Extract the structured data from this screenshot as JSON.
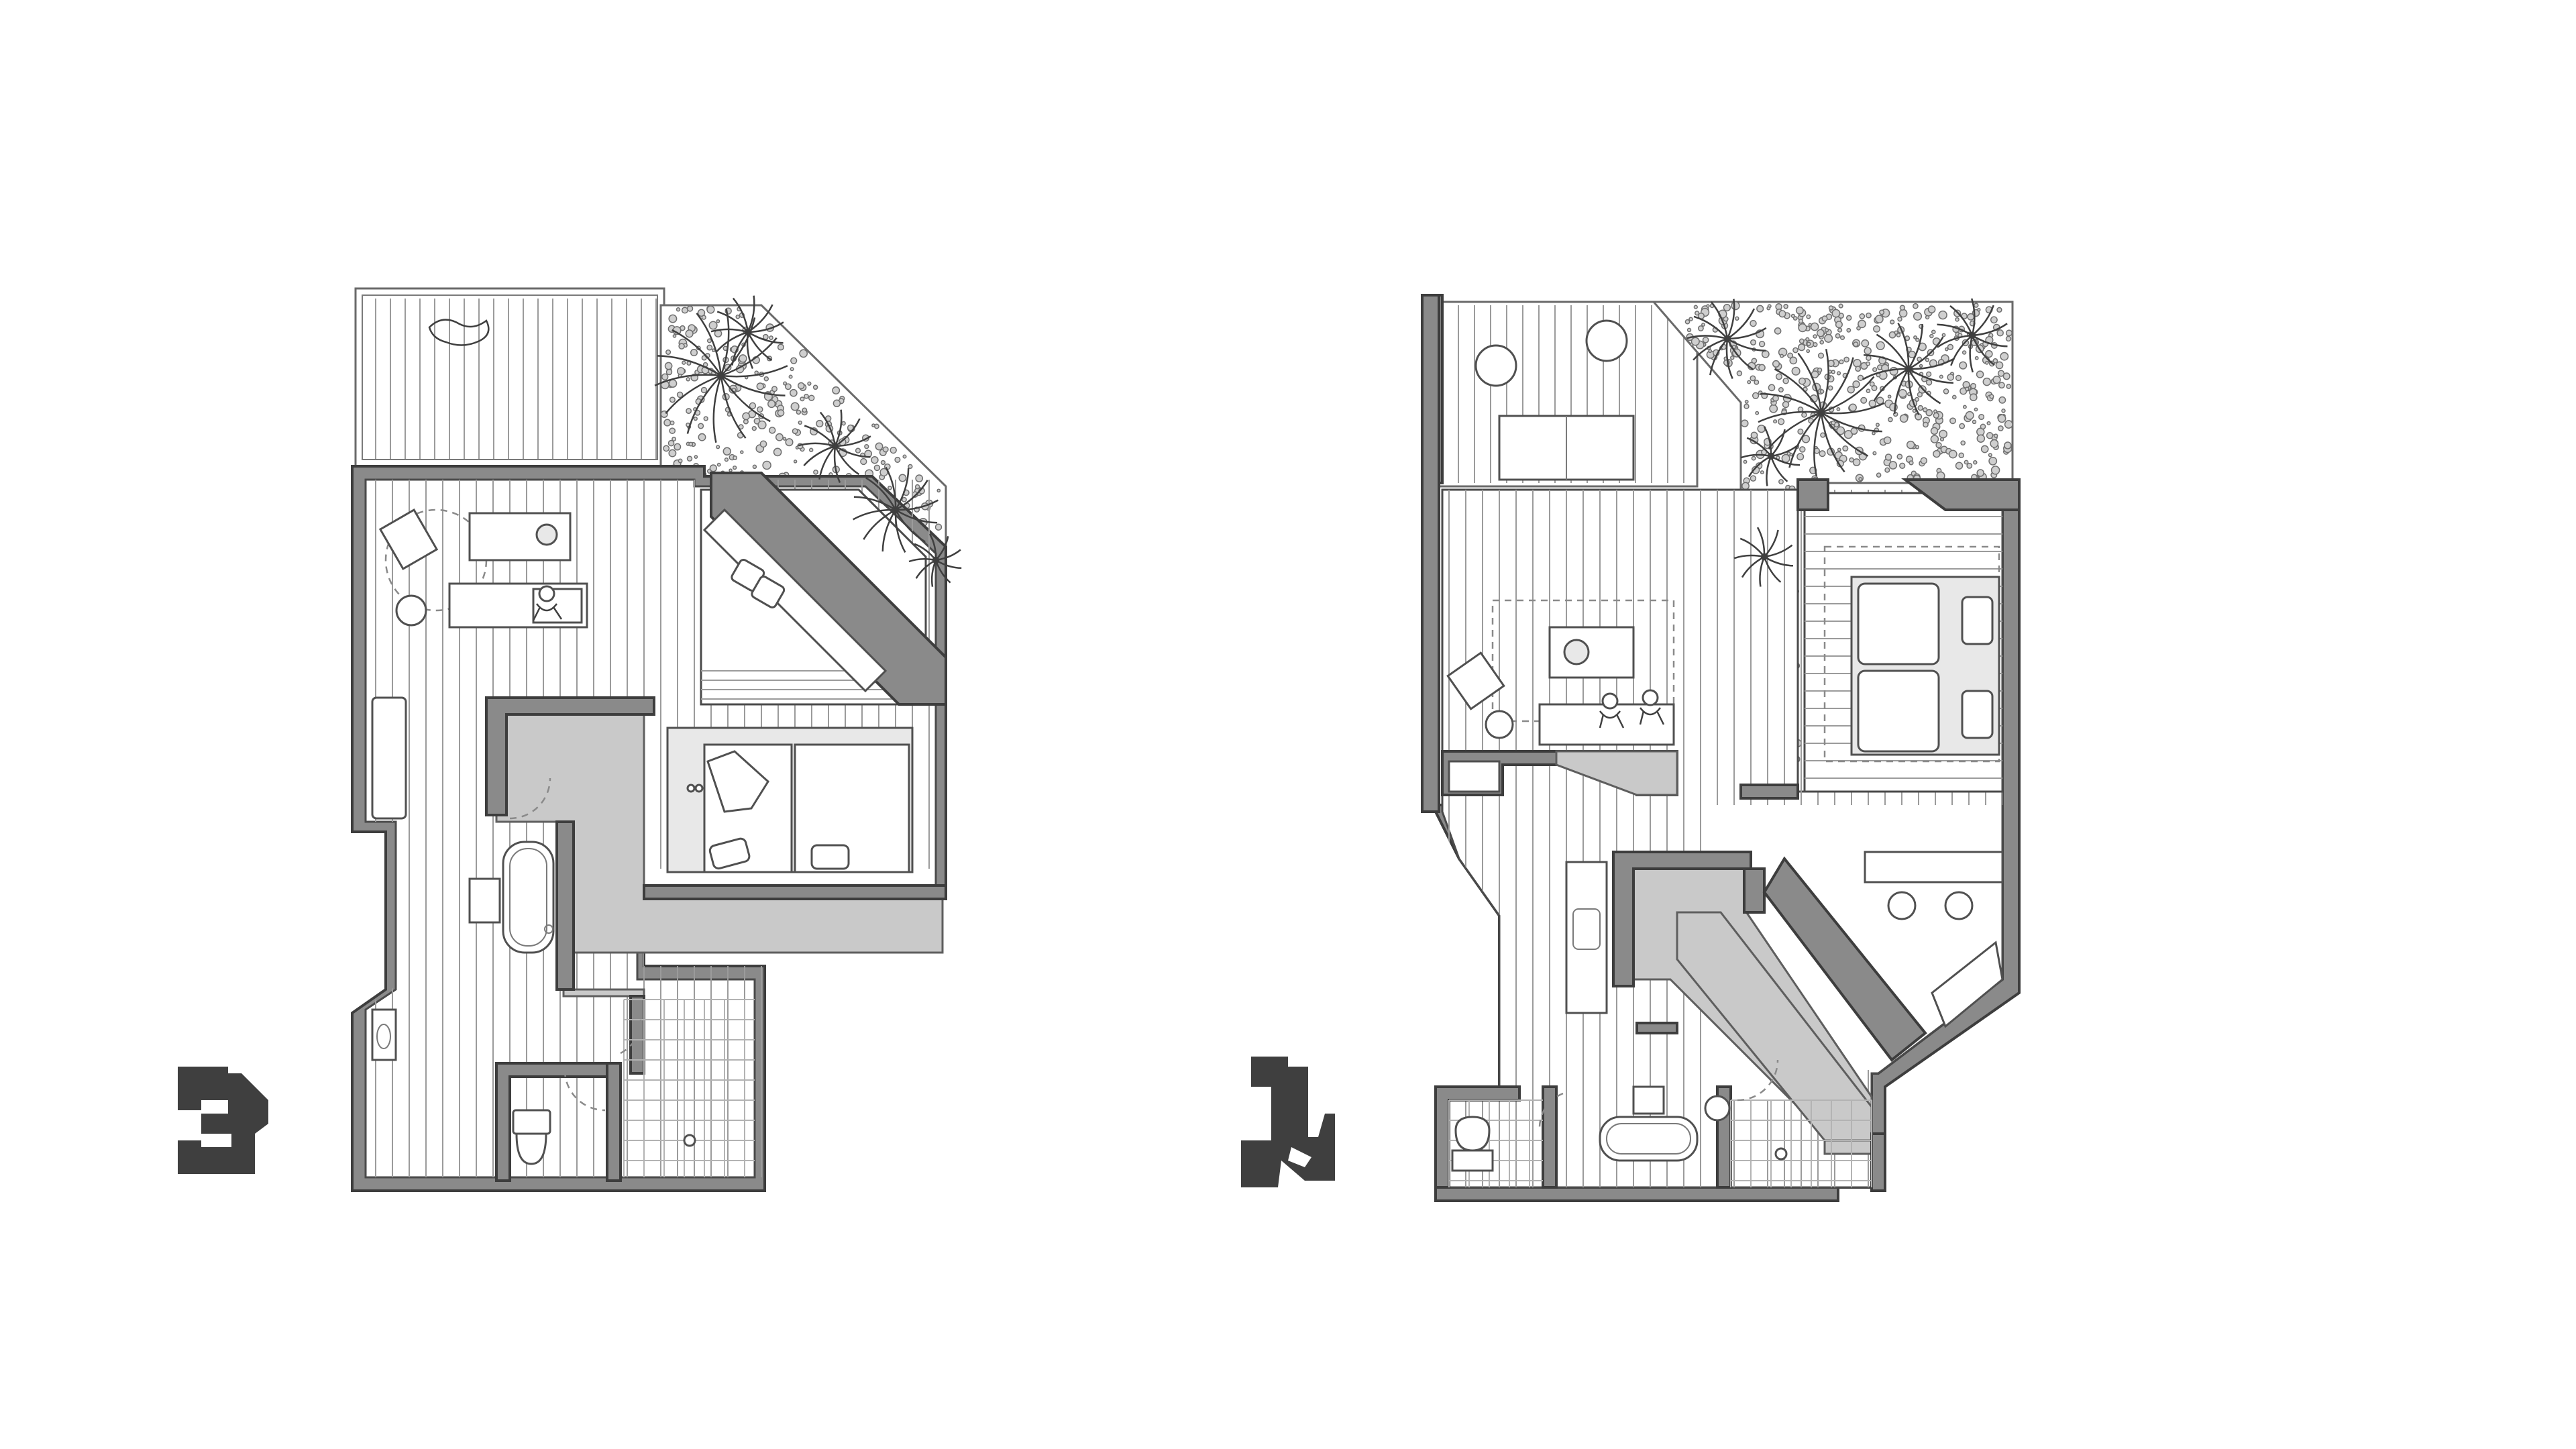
{
  "plans": [
    {
      "id": "plan-left",
      "rooms": [
        "terrace",
        "planted-garden",
        "living-area",
        "bedroom",
        "bathroom",
        "shower-room",
        "toilet"
      ]
    },
    {
      "id": "plan-right",
      "rooms": [
        "terrace",
        "planted-garden",
        "living-area",
        "bedroom",
        "bathroom",
        "shower-room",
        "toilet"
      ]
    }
  ],
  "key_plans": [
    "key-plan-left",
    "key-plan-right"
  ],
  "colors": {
    "wall_fill": "#8a8a8a",
    "wall_stroke": "#3d3d3d",
    "core_fill": "#c9c9c9",
    "key_plan": "#3f3f3f",
    "line": "#4a4a4a",
    "background": "#ffffff"
  },
  "icons": [
    "plant-icon",
    "armchair-icon",
    "bed-icon",
    "bathtub-icon",
    "toilet-icon",
    "washbasin-icon",
    "person-icon",
    "pillow-icon"
  ]
}
